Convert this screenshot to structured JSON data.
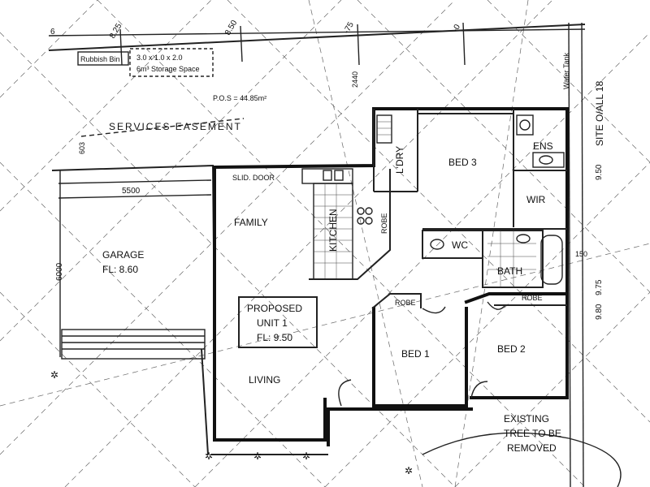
{
  "dimensions": {
    "top_left": "6",
    "top_a": "8.25",
    "top_b": "8.50",
    "top_c": "-75",
    "top_d": "-0",
    "site_all": "SITE O/ALL 18",
    "r_950": "9.50",
    "r_150": "150",
    "r_975": "9.75",
    "r_980": "9.80",
    "easement_depth": "603",
    "garage_width": "5500",
    "garage_depth": "6000",
    "storage_offset": "2440"
  },
  "site_labels": {
    "rubbish_bin": "Rubbish Bin",
    "storage_dims": "3.0 x 1.0 x 2.0",
    "storage_space": "6m³ Storage Space",
    "pos": "P.O.S = 44.85m²",
    "services_easement": "SERVICES EASEMENT",
    "water_tank": "Water Tank",
    "existing_tree_1": "EXISTING",
    "existing_tree_2": "TREE TO BE",
    "existing_tree_3": "REMOVED"
  },
  "rooms": {
    "garage": "GARAGE",
    "garage_fl": "FL: 8.60",
    "family": "FAMILY",
    "slid_door": "SLID. DOOR",
    "kitchen": "KITCHEN",
    "robe_kitchen": "ROBE",
    "ldry": "L'DRY",
    "bed3": "BED 3",
    "ens": "ENS",
    "wir": "WIR",
    "wc": "WC",
    "bath": "BATH",
    "robe_bed1": "ROBE",
    "robe_bed2": "ROBE",
    "bed1": "BED 1",
    "bed2": "BED 2",
    "living": "LIVING"
  },
  "unit_box": {
    "line1": "PROPOSED",
    "line2": "UNIT 1",
    "line3": "FL: 9.50"
  }
}
